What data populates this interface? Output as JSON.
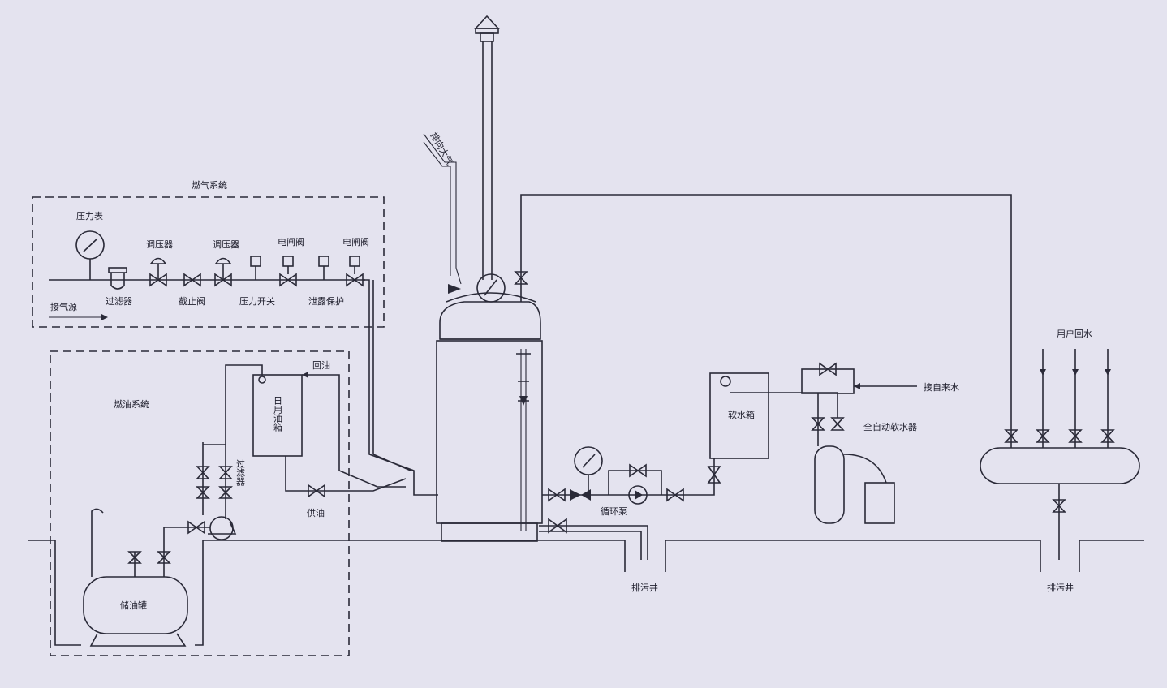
{
  "diagram": {
    "systems": {
      "gas": "燃气系统",
      "oil": "燃油系统"
    },
    "gas_train": {
      "pressure_gauge": "压力表",
      "regulator_1": "调压器",
      "regulator_2": "调压器",
      "solenoid_valve_1": "电闸阀",
      "solenoid_valve_2": "电闸阀",
      "filter": "过滤器",
      "stop_valve": "截止阀",
      "pressure_switch": "压力开关",
      "leak_protection": "泄露保护",
      "gas_source": "接气源"
    },
    "oil_train": {
      "return_oil": "回油",
      "day_tank": "日用油箱",
      "filter": "过滤器",
      "supply_oil": "供油",
      "storage_tank": "储油罐"
    },
    "boiler": {
      "vent": "排向大气"
    },
    "water": {
      "circulation_pump": "循环泵",
      "soft_water_tank": "软水箱",
      "auto_softener": "全自动软水器",
      "city_water": "接自来水",
      "user_return": "用户回水"
    },
    "drain": {
      "well_1": "排污井",
      "well_2": "排污井"
    }
  }
}
